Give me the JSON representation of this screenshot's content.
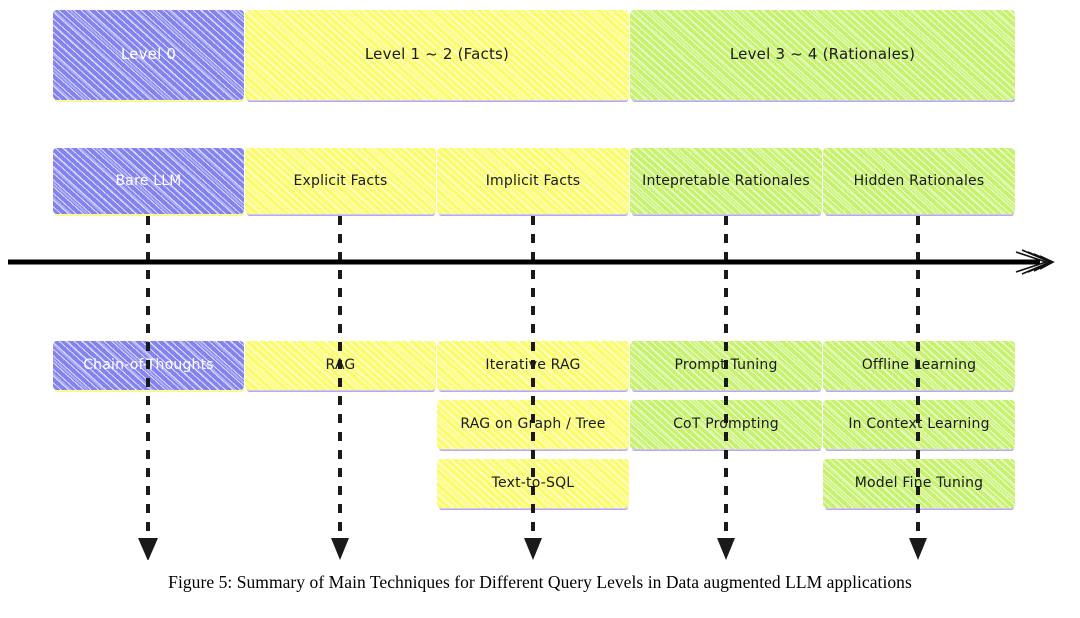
{
  "figure": {
    "caption": "Figure 5: Summary of Main Techniques for Different Query Levels in Data augmented LLM applications"
  },
  "colors": {
    "blue": "#8282f0",
    "yellow": "#fbfb6e",
    "green": "#c7f26e",
    "shadow_yellow": "#f9f97a",
    "shadow_purple": "#b9a8ee",
    "axis": "#000000",
    "connector": "#1a1a1a"
  },
  "levels": [
    {
      "label": "Level 0",
      "color": "blue"
    },
    {
      "label": "Level 1 ~ 2 (Facts)",
      "color": "yellow"
    },
    {
      "label": "Level 3 ~ 4 (Rationales)",
      "color": "green"
    }
  ],
  "query_types": [
    {
      "label": "Bare LLM",
      "color": "blue"
    },
    {
      "label": "Explicit Facts",
      "color": "yellow"
    },
    {
      "label": "Implicit Facts",
      "color": "yellow"
    },
    {
      "label": "Intepretable Rationales",
      "color": "green"
    },
    {
      "label": "Hidden Rationales",
      "color": "green"
    }
  ],
  "techniques": {
    "column_1": [
      {
        "label": "Chain-of-Thoughts",
        "color": "blue"
      }
    ],
    "column_2": [
      {
        "label": "RAG",
        "color": "yellow"
      }
    ],
    "column_3": [
      {
        "label": "Iterative RAG",
        "color": "yellow"
      },
      {
        "label": "RAG on Graph / Tree",
        "color": "yellow"
      },
      {
        "label": "Text-to-SQL",
        "color": "yellow"
      }
    ],
    "column_4": [
      {
        "label": "Prompt Tuning",
        "color": "green"
      },
      {
        "label": "CoT Prompting",
        "color": "green"
      }
    ],
    "column_5": [
      {
        "label": "Offline Learning",
        "color": "green"
      },
      {
        "label": "In Context Learning",
        "color": "green"
      },
      {
        "label": "Model Fine Tuning",
        "color": "green"
      }
    ]
  }
}
